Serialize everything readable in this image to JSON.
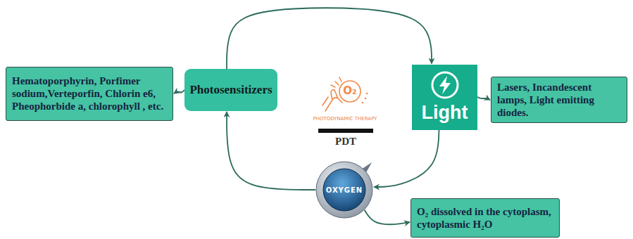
{
  "diagram": {
    "nodes": [
      {
        "text": [
          "Hematoporphyrin, Porfimer sodium,Verteporfin, Chlorin e6, Pheophorbide a, chlorophyll , etc."
        ]
      },
      {
        "text": [
          "Photosensitizers"
        ]
      },
      {
        "text": [
          "Light"
        ]
      },
      {
        "text": [
          "Lasers, Incandescent lamps, Light emitting diodes."
        ]
      },
      {
        "text": [
          "OXYGEN"
        ]
      },
      {
        "text": [
          "O₂ dissolved in the cytoplasm, cytoplasmic H₂O"
        ]
      }
    ],
    "edges": [
      {
        "from": 1,
        "to": 0,
        "arrow": "to"
      },
      {
        "from": 1,
        "to": 2,
        "arrow": "to"
      },
      {
        "from": 2,
        "to": 3,
        "arrow": "to"
      },
      {
        "from": 2,
        "to": 4,
        "arrow": "to"
      },
      {
        "from": 4,
        "to": 1,
        "arrow": "to"
      },
      {
        "from": 4,
        "to": 5,
        "arrow": "to"
      }
    ],
    "labels": [
      "O₂",
      "PHOTODYNAMIC THERAPY",
      "PDT"
    ]
  }
}
